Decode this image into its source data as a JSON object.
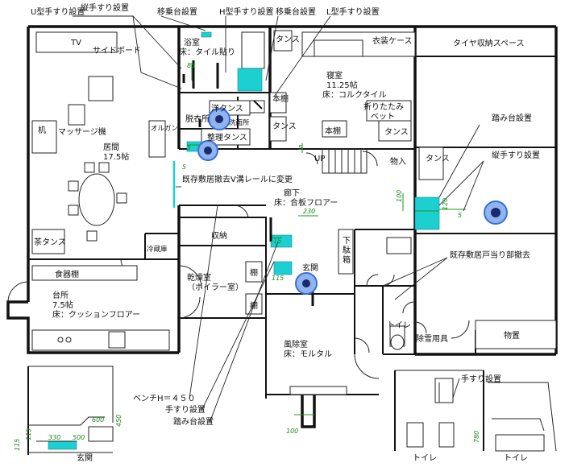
{
  "labels": {
    "u_rail": "U型手すり設置",
    "vertical_rail": "縦手すり設置",
    "transfer_step": "移乗台設置",
    "h_rail": "H型手すり設置",
    "transfer_step2": "移乗台設置",
    "l_rail": "L型手すり設置",
    "tv": "TV",
    "sideboard": "サイドボード",
    "bath_title": "浴室",
    "bath_floor": "床：タイル貼り",
    "tansu1": "タンス",
    "clothes_case": "衣装ケース",
    "tire_space": "タイヤ収納スペース",
    "bedroom_title": "寝室",
    "bedroom_size": "11.25帖",
    "bedroom_floor": "床：コルクタイル",
    "bookshelf1": "本棚",
    "western_tansu": "洋タンス",
    "foldable_bed": "折りたたみ",
    "foldable_bed2": "ベット",
    "dressing": "脱衣所",
    "washroom": "洗面所",
    "tansu2": "タンス",
    "bookshelf2": "本棚",
    "tansu3": "タンス",
    "desk": "机",
    "massage": "マッサージ機",
    "organ": "オルガン",
    "organize_tansu": "整理タンス",
    "step_install": "踏み台設置",
    "living_title": "居間",
    "living_size": "17.5帖",
    "up": "UP",
    "carry_in": "物入",
    "tansu4": "タンス",
    "vertical_rail2": "縦手すり設置",
    "threshold_change": "既存敷居撤去V溝レールに変更",
    "hall_title": "廊下",
    "hall_floor": "床：合板フロアー",
    "tea_tansu": "茶タンス",
    "fridge": "冷蔵庫",
    "storage": "収納",
    "shoe_box1": "下",
    "shoe_box2": "駄",
    "shoe_box3": "箱",
    "threshold_remove": "既存敷居戸当り部撤去",
    "dishes": "食器棚",
    "drying_title": "乾燥室",
    "drying_sub": "（ボイラー室）",
    "shelf1": "棚",
    "shelf2": "棚",
    "entrance": "玄関",
    "kitchen_title": "台所",
    "kitchen_size": "7.5帖",
    "kitchen_floor": "床：クッションフロアー",
    "toilet": "トイレ",
    "snow_tools": "除雪用具",
    "storeroom": "物置",
    "mud_title": "風除室",
    "mud_floor": "床：モルタル",
    "bench": "ベンチH＝４５０",
    "rail_install": "手すり設置",
    "step_install2": "踏み台設置",
    "rail_install2": "手すり設置",
    "entrance2": "玄関",
    "toilet2": "トイレ",
    "toilet3": "トイレ"
  },
  "dims": {
    "d85": "85",
    "d5a": "5",
    "d5b": "5",
    "d5c": "5",
    "d100a": "100",
    "d120": "120",
    "d5d": "5",
    "d230": "230",
    "d15": "15",
    "d115": "115",
    "d100b": "100",
    "d600": "600",
    "d450": "450",
    "d115b": "115",
    "d115c": "115",
    "d330": "330",
    "d500": "500",
    "d780": "780"
  },
  "colors": {
    "accent": "#1ccfd0",
    "dimension": "#1a9a1a",
    "camera": "#3a6fd8"
  }
}
